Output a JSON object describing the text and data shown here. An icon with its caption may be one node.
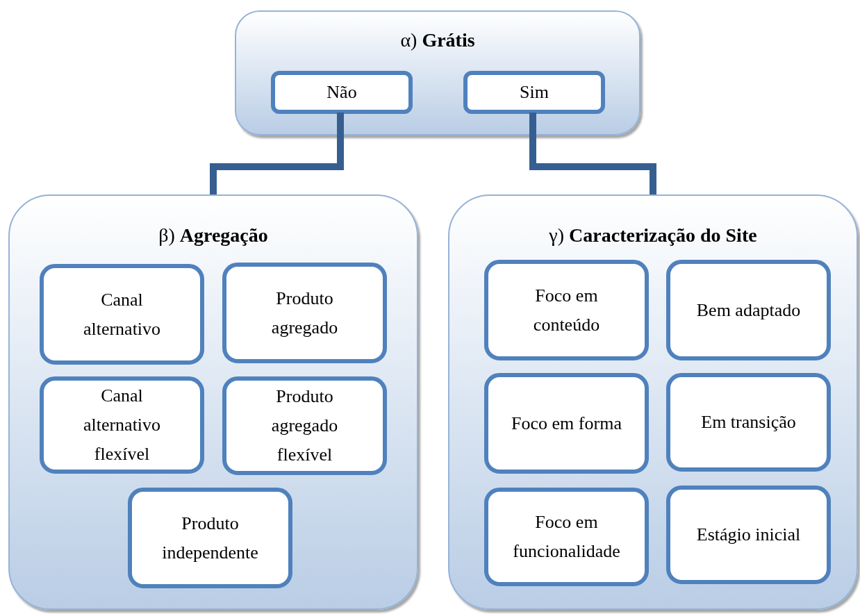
{
  "diagram": {
    "nodes": [
      {
        "text": [
          "α) **Grátis**"
        ]
      },
      {
        "text": [
          "Não"
        ],
        "in": 0
      },
      {
        "text": [
          "Sim"
        ],
        "in": 0
      },
      {
        "text": [
          "β) **Agregação**"
        ]
      },
      {
        "text": [
          "Canal alternativo"
        ],
        "in": 3
      },
      {
        "text": [
          "Produto agregado"
        ],
        "in": 3
      },
      {
        "text": [
          "Canal alternativo flexível"
        ],
        "in": 3
      },
      {
        "text": [
          "Produto agregado flexível"
        ],
        "in": 3
      },
      {
        "text": [
          "Produto independente"
        ],
        "in": 3
      },
      {
        "text": [
          "γ) **Caracterização do Site**"
        ]
      },
      {
        "text": [
          "Foco em conteúdo"
        ],
        "in": 9
      },
      {
        "text": [
          "Bem adaptado"
        ],
        "in": 9
      },
      {
        "text": [
          "Foco em forma"
        ],
        "in": 9
      },
      {
        "text": [
          "Em transição"
        ],
        "in": 9
      },
      {
        "text": [
          "Foco em funcionalidade"
        ],
        "in": 9
      },
      {
        "text": [
          "Estágio inicial"
        ],
        "in": 9
      }
    ],
    "edges": [
      {
        "from": 1,
        "to": 3,
        "arrow": "none"
      },
      {
        "from": 2,
        "to": 9,
        "arrow": "none"
      }
    ]
  }
}
